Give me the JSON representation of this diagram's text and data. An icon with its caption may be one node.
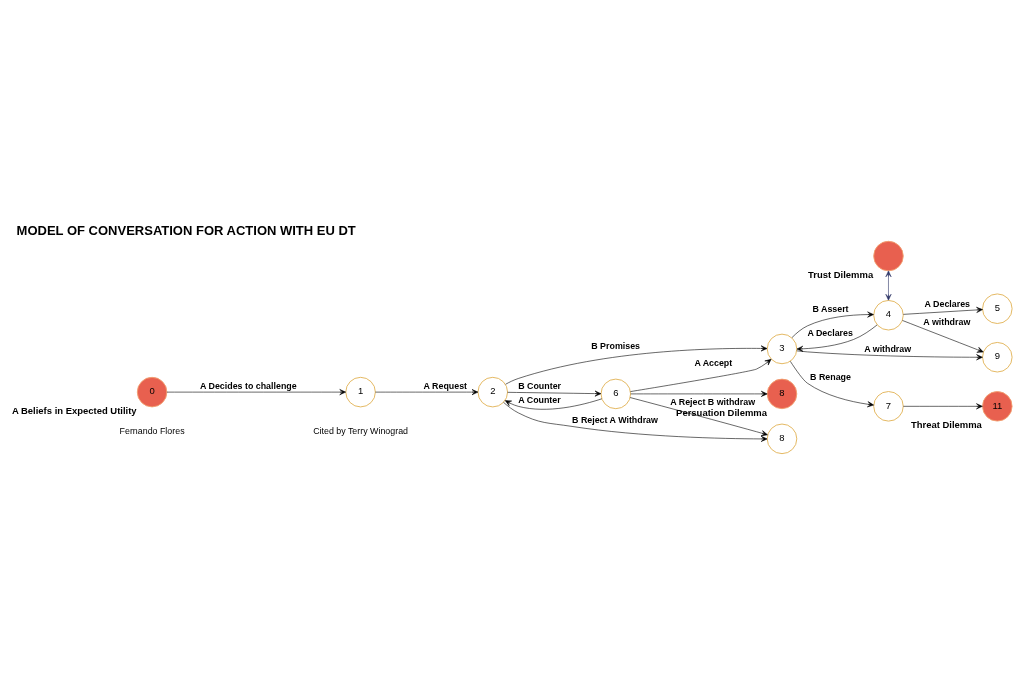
{
  "diagram": {
    "title": "MODEL OF CONVERSATION FOR ACTION WITH EU DT",
    "nodes": [
      {
        "text": [
          "0"
        ],
        "beside": [
          "A Beliefs in Expected Utility"
        ]
      },
      {
        "text": [
          "1"
        ]
      },
      {
        "text": [
          "2"
        ]
      },
      {
        "text": [
          "3"
        ]
      },
      {
        "text": [
          "4"
        ]
      },
      {
        "text": [
          "5"
        ]
      },
      {
        "text": [],
        "shape": "circle",
        "beside": [
          "Trust Dilemma"
        ]
      },
      {
        "text": [
          "6"
        ]
      },
      {
        "text": [
          "8"
        ]
      },
      {
        "text": [
          "9"
        ]
      },
      {
        "text": [
          "7"
        ]
      },
      {
        "text": [
          "8"
        ],
        "beside": [
          "Persuation Dilemma"
        ]
      },
      {
        "text": [
          "11"
        ],
        "beside": [
          "Threat Dilemma"
        ]
      }
    ],
    "edges": [
      {
        "from": 0,
        "to": 1,
        "arrow": "to",
        "label": "A Decides to challenge"
      },
      {
        "from": 1,
        "to": 2,
        "arrow": "to",
        "label": "A Request"
      },
      {
        "from": 2,
        "to": 3,
        "arrow": "to",
        "label": "B Promises"
      },
      {
        "from": 3,
        "to": 4,
        "arrow": "to",
        "label": "B Assert"
      },
      {
        "from": 4,
        "to": 5,
        "arrow": "to",
        "label": "A Declares"
      },
      {
        "from": 4,
        "to": 3,
        "arrow": "to",
        "label": "A Declares"
      },
      {
        "from": 6,
        "to": 4,
        "arrow": "both",
        "color": "#2e3566"
      },
      {
        "from": 2,
        "to": 7,
        "arrow": "to",
        "label": "B Counter"
      },
      {
        "from": 7,
        "to": 2,
        "arrow": "to",
        "label": "A Counter"
      },
      {
        "from": 2,
        "to": 8,
        "arrow": "to",
        "label": "B Reject A Withdraw"
      },
      {
        "from": 7,
        "to": 3,
        "arrow": "to",
        "label": "A Accept"
      },
      {
        "from": 7,
        "to": 8,
        "arrow": "to",
        "label": "A Reject B withdraw"
      },
      {
        "from": 7,
        "to": 11,
        "arrow": "to"
      },
      {
        "from": 3,
        "to": 10,
        "arrow": "to",
        "label": "B Renage"
      },
      {
        "from": 3,
        "to": 9,
        "arrow": "to",
        "label": "A withdraw"
      },
      {
        "from": 4,
        "to": 9,
        "arrow": "to",
        "label": "A withdraw"
      },
      {
        "from": 10,
        "to": 12,
        "arrow": "to"
      }
    ],
    "labels": [
      "Fernando Flores",
      "Cited by Terry Winograd"
    ]
  }
}
